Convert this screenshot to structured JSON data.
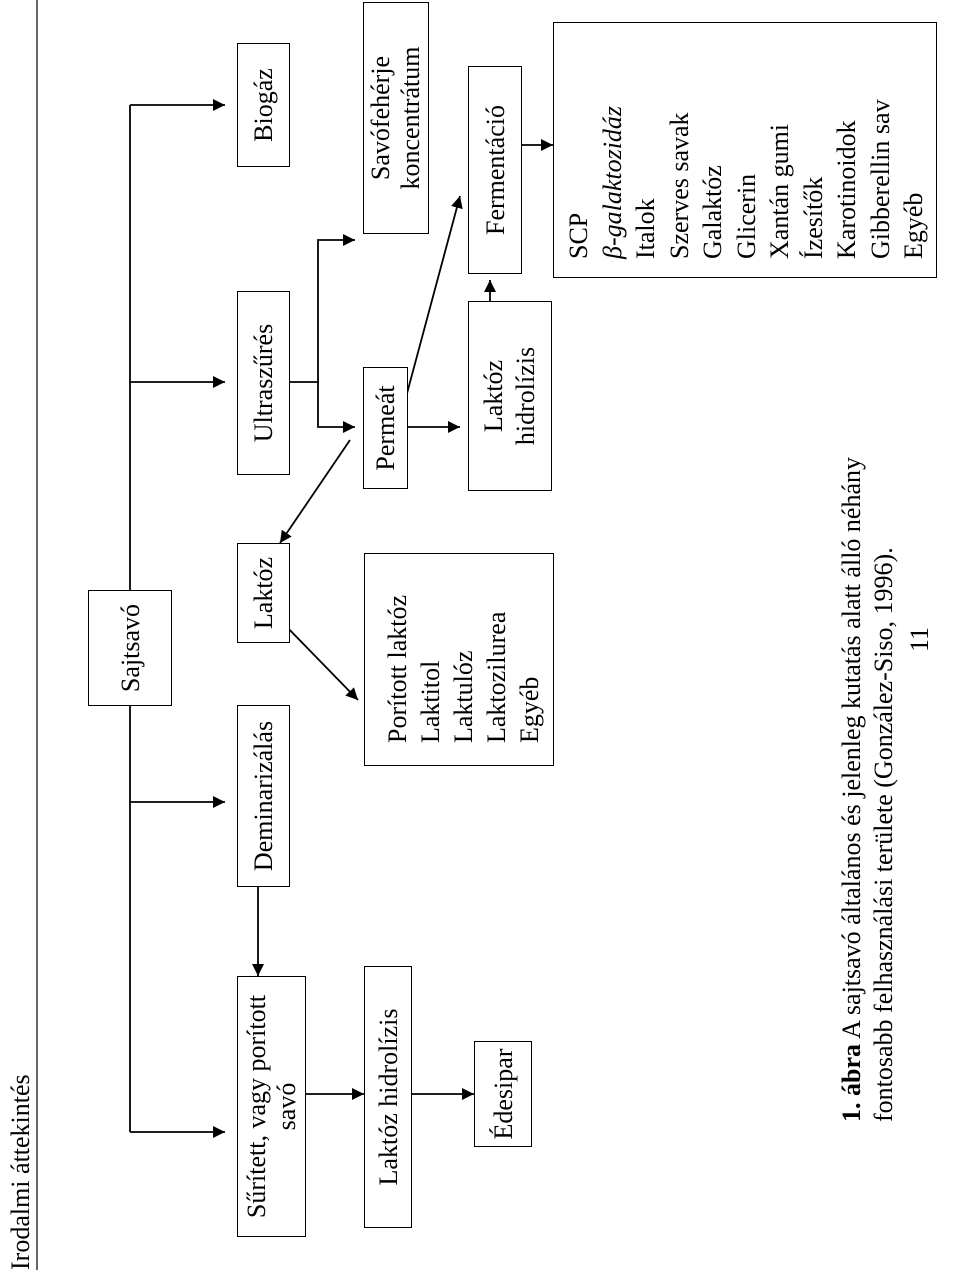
{
  "header": {
    "title": "Irodalmi áttekintés"
  },
  "diagram": {
    "root": "Sajtsavó",
    "level1": {
      "concentrated": "Sűrített, vagy porított savó",
      "demineralization": "Deminarizálás",
      "lactose": "Laktóz",
      "ultrafiltration": "Ultraszűrés",
      "biogas": "Biogáz"
    },
    "lactose_hydrolysis_main": "Laktóz hidrolízis",
    "confectionery": "Édesipar",
    "lactose_products": [
      "Porított laktóz",
      "Laktitol",
      "Laktulóz",
      "Laktozilurea",
      "Egyéb"
    ],
    "permeate": "Permeát",
    "whey_protein_concentrate": [
      "Savófehérje",
      "koncentrátum"
    ],
    "lactose_hydrolysis_perm": [
      "Laktóz",
      "hidrolízis"
    ],
    "fermentation": "Fermentáció",
    "fermentation_products": [
      "SCP",
      "β-galaktozidáz",
      "Italok",
      "Szerves savak",
      "Galaktóz",
      "Glicerin",
      "Xantán gumi",
      "Ízesítők",
      "Karotinoidok",
      "Gibberellin sav",
      "Egyéb"
    ]
  },
  "caption": {
    "label": "1. ábra",
    "line1": " A sajtsavó általános és jelenleg kutatás alatt álló néhány",
    "line2": "fontosabb felhasználási területe (González-Siso, 1996)."
  },
  "page_number": "11"
}
